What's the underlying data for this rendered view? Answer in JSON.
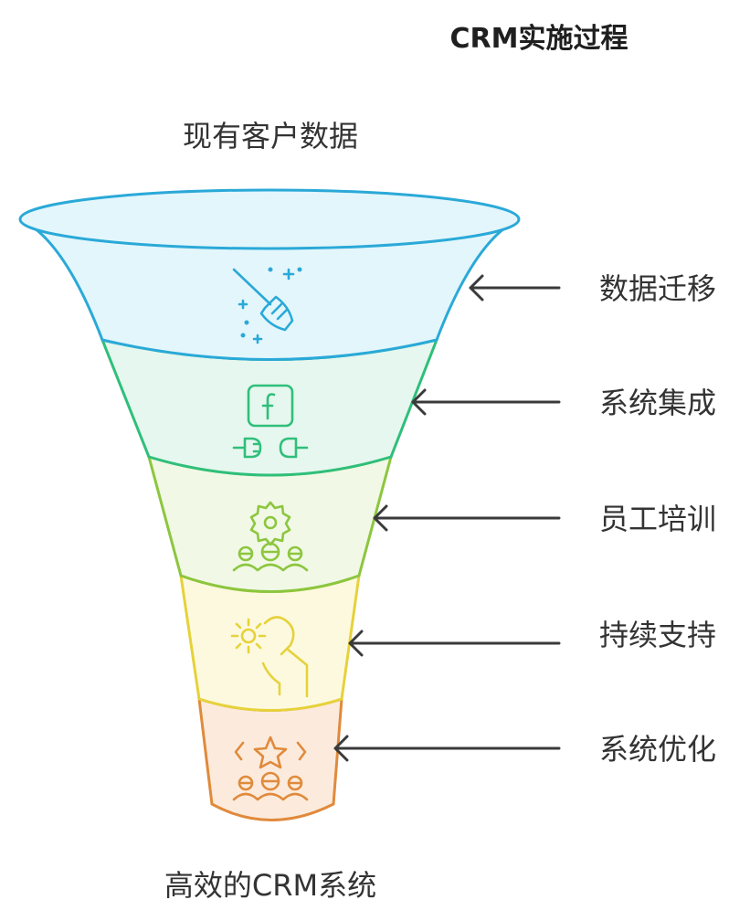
{
  "title": "CRM实施过程",
  "top_label": "现有客户数据",
  "bottom_label": "高效的CRM系统",
  "stages": [
    {
      "label": "数据迁移",
      "icon": "broom-sparkle-icon",
      "fill": "#e3f6fb",
      "stroke": "#2aa9d8"
    },
    {
      "label": "系统集成",
      "icon": "plugin-connector-icon",
      "fill": "#e6f7ef",
      "stroke": "#2fbf7a"
    },
    {
      "label": "员工培训",
      "icon": "team-gear-icon",
      "fill": "#f1f8e6",
      "stroke": "#8cc63e"
    },
    {
      "label": "持续支持",
      "icon": "hand-gear-icon",
      "fill": "#fdf9df",
      "stroke": "#e6d23a"
    },
    {
      "label": "系统优化",
      "icon": "team-stars-icon",
      "fill": "#fcebdc",
      "stroke": "#e08a3c"
    }
  ]
}
